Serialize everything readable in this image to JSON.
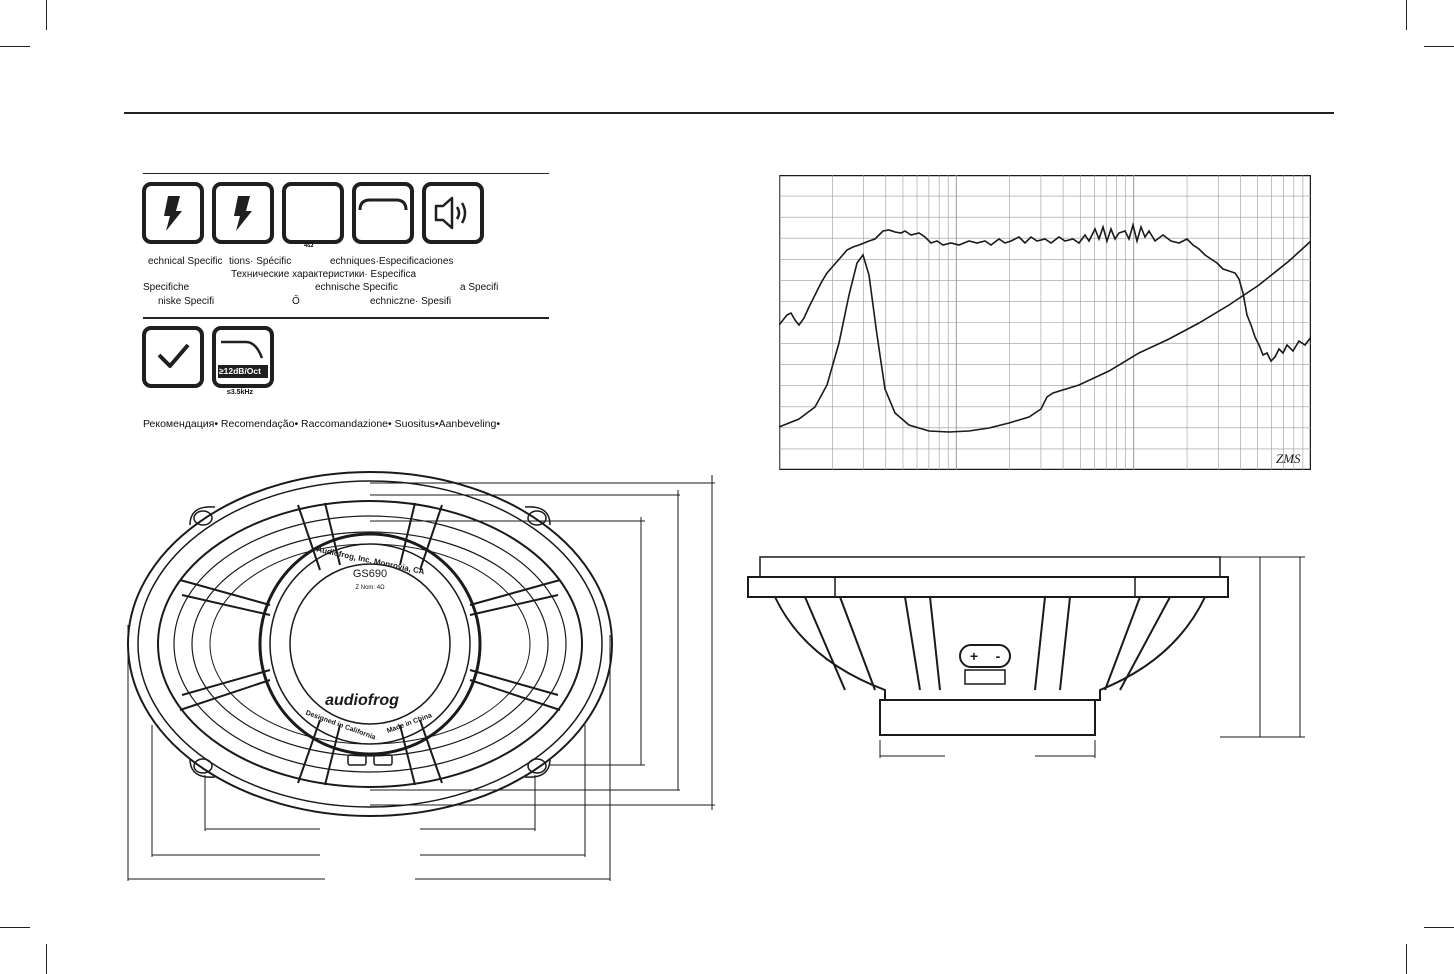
{
  "icons_top": {
    "items": [
      {
        "icon": "lightning-icon"
      },
      {
        "icon": "lightning-icon"
      },
      {
        "icon": "impedance-icon",
        "caption": "4Ω"
      },
      {
        "icon": "frequency-response-icon"
      },
      {
        "icon": "speaker-icon"
      }
    ]
  },
  "spec_text": {
    "line1a": "echnical Specific",
    "line1b": "tions· Spécific",
    "line1c": "echniques·Especificaciones",
    "line2": "Технические характеристики· Especifica",
    "line3a": "Specifiche",
    "line3b": "echnische Specific",
    "line3c": "a Specifi",
    "line4a": "niske Specifi",
    "line4b": "Ő",
    "line4c": "echniczne· Spesifi"
  },
  "icons_bottom": {
    "items": [
      {
        "icon": "checkmark-icon"
      },
      {
        "icon": "crossover-slope-icon",
        "label": "≥12dB/Oct",
        "caption": "≤3.5kHz"
      }
    ]
  },
  "recommendation_text": "Рекомендация• Recomendação• Raccomandazione• Suositus•Aanbeveling•",
  "graph": {
    "badge": "ZMS"
  },
  "speaker_front": {
    "brand_line": "Audiofrog, Inc. Monrovia, CA",
    "model": "GS690",
    "nominal": "Z Nom: 4Ω",
    "logo": "audiofrog",
    "footer_left": "Designed in California",
    "footer_right": "Made in China"
  },
  "speaker_side": {
    "terminal_plus": "+",
    "terminal_minus": "-"
  },
  "colors": {
    "ink": "#1a1a1a",
    "grid": "#9a9a9a"
  }
}
